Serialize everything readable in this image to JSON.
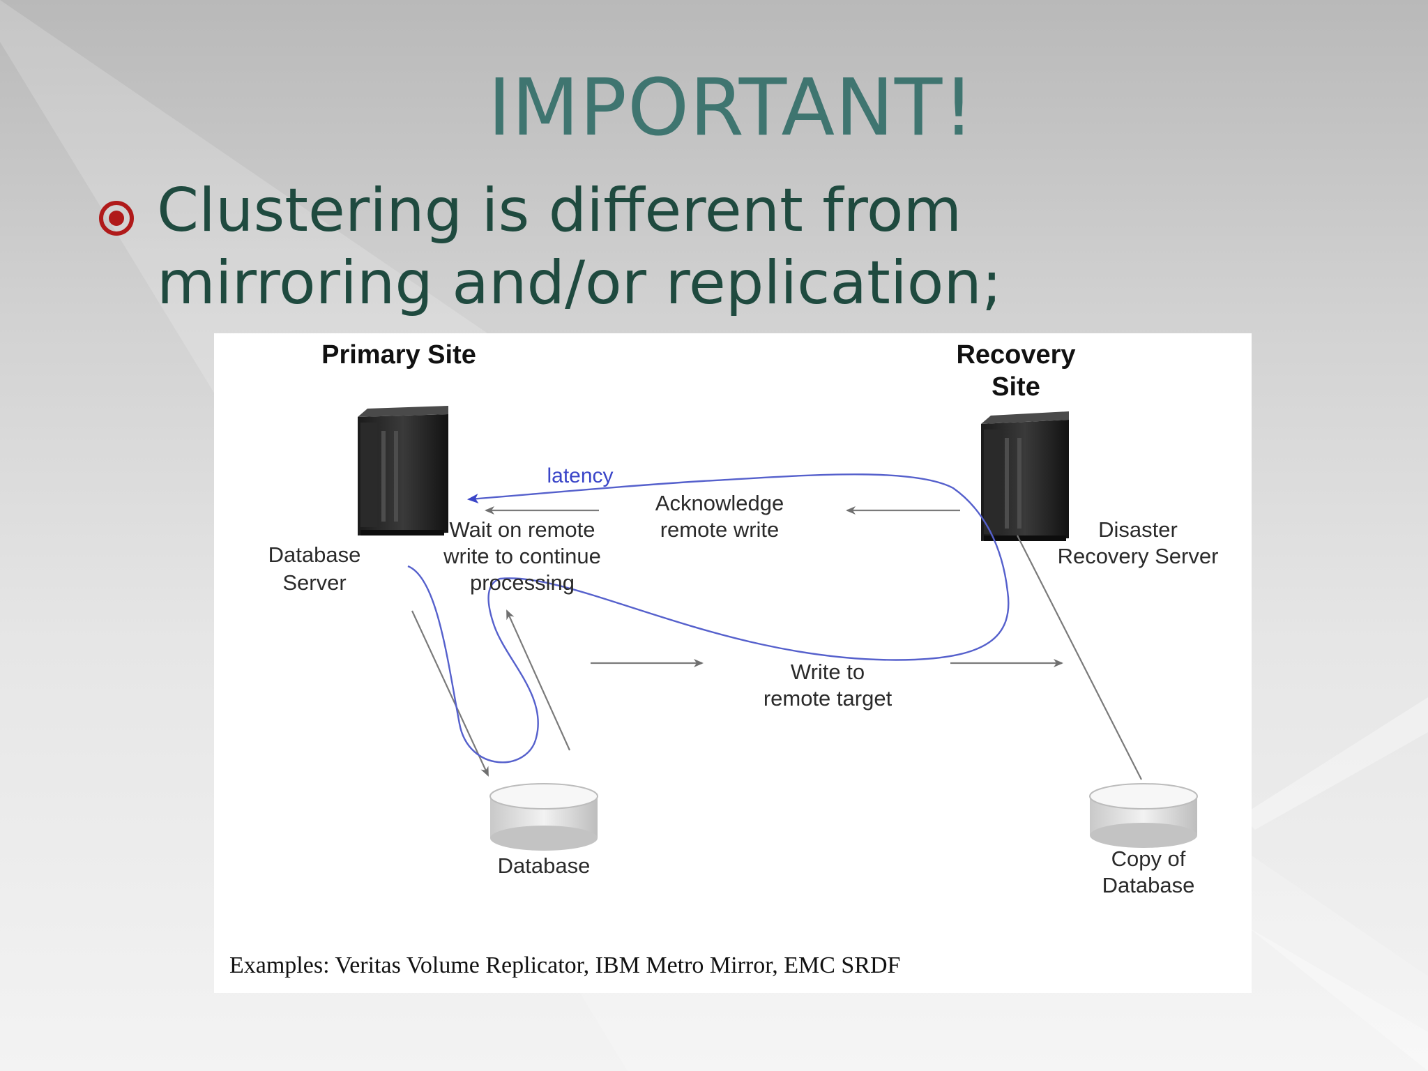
{
  "slide": {
    "title": "IMPORTANT!",
    "bullet_text": "Clustering is different from mirroring and/or replication;"
  },
  "diagram": {
    "primary_site": "Primary Site",
    "recovery_site_line1": "Recovery",
    "recovery_site_line2": "Site",
    "db_server_line1": "Database",
    "db_server_line2": "Server",
    "latency": "latency",
    "wait_line1": "Wait on remote",
    "wait_line2": "write to continue",
    "wait_line3": "processing",
    "ack_line1": "Acknowledge",
    "ack_line2": "remote write",
    "dr_server_line1": "Disaster",
    "dr_server_line2": "Recovery Server",
    "write_line1": "Write to",
    "write_line2": "remote target",
    "database": "Database",
    "copy_line1": "Copy of",
    "copy_line2": "Database",
    "examples": "Examples: Veritas Volume Replicator, IBM Metro Mirror, EMC SRDF"
  },
  "colors": {
    "title": "#3f7570",
    "bullet_text": "#1f4a3f",
    "bullet_mark": "#b01a1a",
    "latency_curve": "#4a55c8"
  }
}
